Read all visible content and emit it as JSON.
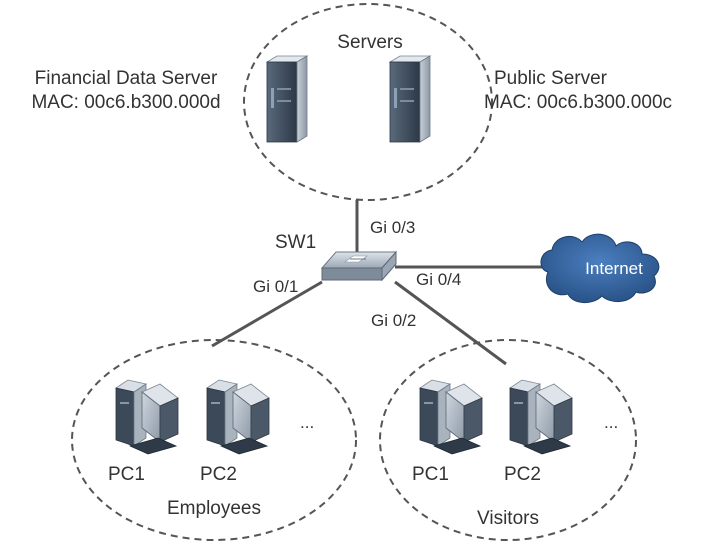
{
  "groups": {
    "servers": "Servers",
    "employees": "Employees",
    "visitors": "Visitors"
  },
  "servers": {
    "financial": {
      "name": "Financial Data Server",
      "mac": "MAC: 00c6.b300.000d"
    },
    "public": {
      "name": "Public Server",
      "mac": "MAC: 00c6.b300.000c"
    }
  },
  "switch": {
    "name": "SW1"
  },
  "ports": {
    "gi03": "Gi 0/3",
    "gi04": "Gi 0/4",
    "gi01": "Gi 0/1",
    "gi02": "Gi 0/2"
  },
  "internet": "Internet",
  "pcs": {
    "employees": [
      "PC1",
      "PC2"
    ],
    "visitors": [
      "PC1",
      "PC2"
    ],
    "more": "..."
  },
  "colors": {
    "line": "#555555",
    "cloud": "#2e5f9a",
    "switch": "#9aa7b5",
    "server": "#3d4a5a"
  }
}
